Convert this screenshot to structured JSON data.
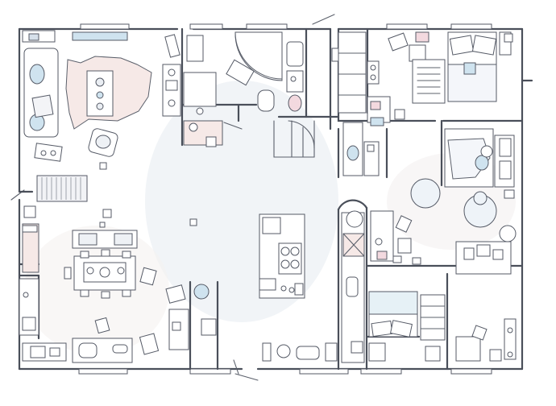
{
  "plan": {
    "rooms": [
      {
        "id": "living",
        "label": ""
      },
      {
        "id": "kitchen",
        "label": ""
      },
      {
        "id": "bath",
        "label": ""
      },
      {
        "id": "bedroom-1",
        "label": ""
      },
      {
        "id": "bedroom-2",
        "label": ""
      },
      {
        "id": "bedroom-3",
        "label": ""
      },
      {
        "id": "office",
        "label": ""
      }
    ],
    "palette": {
      "wall": "#4a4f5a",
      "floor_shadow": "#e3e7ee",
      "accent_blue": "#cfe3ef",
      "accent_pink": "#f3d9df",
      "rug_pink": "#f6e9e7"
    }
  }
}
